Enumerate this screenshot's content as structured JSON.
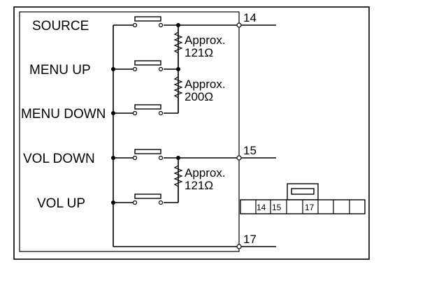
{
  "switches": [
    {
      "label": "SOURCE"
    },
    {
      "label": "MENU UP"
    },
    {
      "label": "MENU DOWN"
    },
    {
      "label": "VOL DOWN"
    },
    {
      "label": "VOL UP"
    }
  ],
  "resistors": [
    {
      "line1": "Approx.",
      "line2": "121Ω"
    },
    {
      "line1": "Approx.",
      "line2": "200Ω"
    },
    {
      "line1": "Approx.",
      "line2": "121Ω"
    }
  ],
  "terminals": [
    "14",
    "15",
    "17"
  ],
  "connector": {
    "cells": [
      "",
      "14",
      "15",
      "",
      "17",
      "",
      "",
      ""
    ]
  }
}
